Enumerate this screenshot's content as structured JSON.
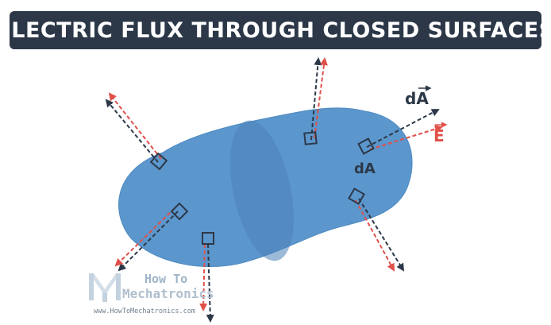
{
  "title": "ELECTRIC FLUX THROUGH CLOSED SURFACES",
  "colors": {
    "banner_bg": "#2c3848",
    "banner_text": "#ffffff",
    "surface_fill": "#5b96cc",
    "surface_edge": "#4a82b8",
    "area_vector": "#2c3848",
    "field_vector": "#e0504a"
  },
  "labels": {
    "area_vector": "dA",
    "field_vector": "E",
    "area_element": "dA"
  },
  "watermark": {
    "line1": "How To",
    "line2": "Mechatronics",
    "url": "www.HowToMechatronics.com"
  }
}
